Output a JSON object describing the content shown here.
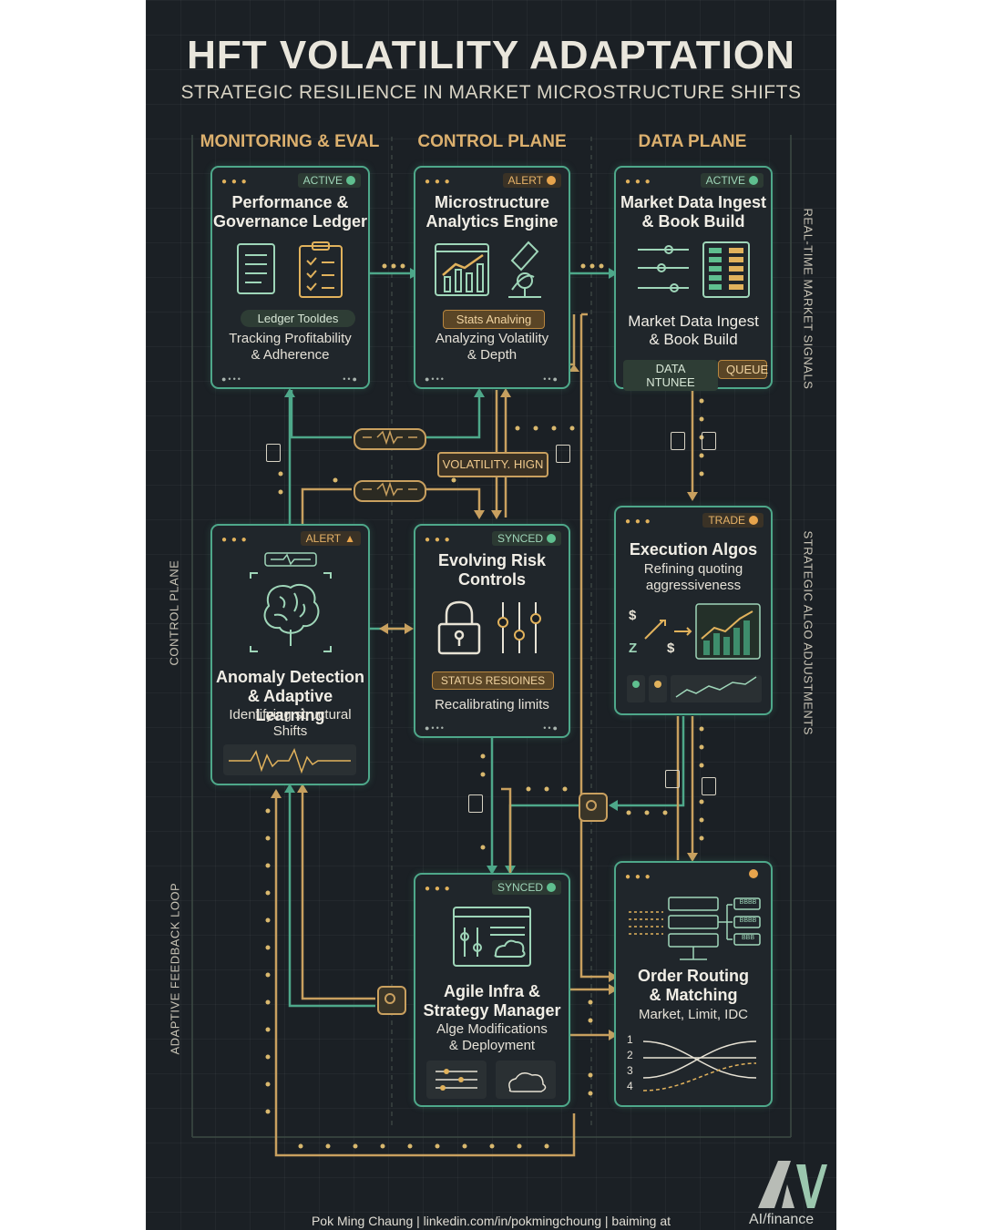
{
  "header": {
    "title": "HFT VOLATILITY ADAPTATION",
    "subtitle": "STRATEGIC RESILIENCE IN MARKET MICROSTRUCTURE SHIFTS"
  },
  "lanes": {
    "monitoring": "MONITORING & EVAL",
    "control": "CONTROL PLANE",
    "data": "DATA PLANE"
  },
  "side_labels": {
    "right_top": "REAL-TIME MARKET SIGNALS",
    "right_bottom": "STRATEGIC ALGO ADJUSTMENTS",
    "left_top": "CONTROL PLANE",
    "left_bottom": "ADAPTIVE FEEDBACK LOOP"
  },
  "cards": {
    "ledger": {
      "badge": "ACTIVE",
      "title_l1": "Performance &",
      "title_l2": "Governance Ledger",
      "pill": "Ledger Tooldes",
      "text_l1": "Tracking Profitability",
      "text_l2": "& Adherence"
    },
    "analytics": {
      "badge": "ALERT",
      "title_l1": "Microstructure",
      "title_l2": "Analytics Engine",
      "pill": "Stats Analving",
      "text_l1": "Analyzing Volatility",
      "text_l2": "& Depth"
    },
    "ingest": {
      "badge": "ACTIVE",
      "title_l1": "Market Data Ingest",
      "title_l2": "& Book Build",
      "text_l1": "Market Data Ingest",
      "text_l2": "& Book Build",
      "pill1": "DATA NTUNEE",
      "pill2": "QUEUE"
    },
    "anomaly": {
      "badge": "ALERT",
      "title_l1": "Anomaly Detection",
      "title_l2": "& Adaptive Learning",
      "text_l1": "Identifying structural",
      "text_l2": "Shifts"
    },
    "risk": {
      "badge": "SYNCED",
      "title_l1": "Evolving Risk",
      "title_l2": "Controls",
      "pill": "STATUS RESIOINES",
      "text_l1": "Recalibrating limits"
    },
    "execution": {
      "badge": "TRADE",
      "title_l1": "Execution Algos",
      "text_l1": "Refining quoting",
      "text_l2": "aggressiveness"
    },
    "infra": {
      "badge": "SYNCED",
      "title_l1": "Agile Infra &",
      "title_l2": "Strategy Manager",
      "text_l1": "Alge Modifications",
      "text_l2": "& Deployment"
    },
    "routing": {
      "title_l1": "Order Routing",
      "title_l2": "& Matching",
      "text_l1": "Market, Limit, IDC",
      "rows": [
        "1",
        "2",
        "3",
        "4"
      ],
      "tags": [
        "BBBB",
        "BBBB",
        "BBB"
      ]
    }
  },
  "connectors": {
    "volatility": "VOLATILITY. HIGN"
  },
  "exec_symbols": [
    "$",
    "Z",
    "$"
  ],
  "footer": {
    "credit": "Pok Ming Chaung | linkedin.com/in/pokmingchoung | baiming at",
    "logo_text": "AI/finance",
    "logo_mark": "AI"
  }
}
